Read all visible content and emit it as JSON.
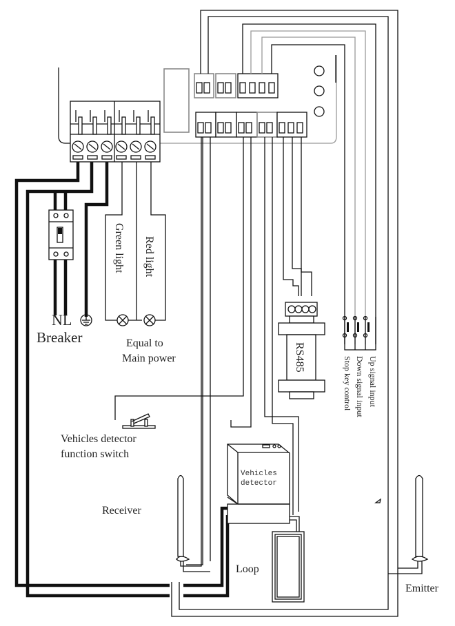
{
  "diagram": {
    "title": "Barrier gate controller wiring diagram",
    "labels": {
      "green_light": "Green light",
      "red_light": "Red light",
      "nl": "NL",
      "breaker": "Breaker",
      "equal_to": "Equal to",
      "main_power": "Main power",
      "rs485": "RS485",
      "up_signal": "Up signal input",
      "down_signal": "Down signal input",
      "stop_key": "Stop key control",
      "vd_switch_line1": "Vehicles detector",
      "vd_switch_line2": "function switch",
      "vehicles_detector_line1": "Vehicles",
      "vehicles_detector_line2": "detector",
      "receiver": "Receiver",
      "loop": "Loop",
      "emitter": "Emitter"
    },
    "components": [
      {
        "id": "controller-board",
        "name": "Controller board"
      },
      {
        "id": "power-terminal-block",
        "name": "Power terminal block",
        "terminals": 6
      },
      {
        "id": "top-connectors",
        "name": "Top connectors",
        "groups": [
          2,
          2,
          4
        ]
      },
      {
        "id": "bottom-connectors",
        "name": "Bottom connectors",
        "groups": [
          2,
          2,
          2,
          2,
          3
        ]
      },
      {
        "id": "indicator-leds",
        "name": "Indicator LEDs",
        "count": 3
      },
      {
        "id": "breaker",
        "name": "Breaker"
      },
      {
        "id": "green-light",
        "name": "Green light"
      },
      {
        "id": "red-light",
        "name": "Red light"
      },
      {
        "id": "rs485-module",
        "name": "RS485"
      },
      {
        "id": "push-buttons",
        "name": "Up / Down / Stop buttons",
        "count": 3
      },
      {
        "id": "vd-function-switch",
        "name": "Vehicles detector function switch"
      },
      {
        "id": "vehicles-detector",
        "name": "Vehicles detector"
      },
      {
        "id": "receiver",
        "name": "Receiver"
      },
      {
        "id": "loop",
        "name": "Loop"
      },
      {
        "id": "emitter",
        "name": "Emitter"
      }
    ],
    "colors": {
      "line": "#111111",
      "light_line": "#999999",
      "background": "#ffffff"
    }
  }
}
